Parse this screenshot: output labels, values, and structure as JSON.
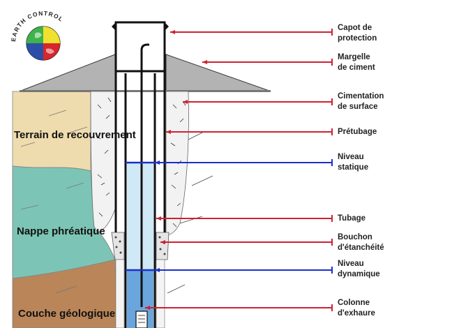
{
  "logo": {
    "text": "EARTH CONTROL",
    "colors": [
      "#3db34a",
      "#f0e130",
      "#2b4fa8",
      "#d7262c"
    ]
  },
  "strata": {
    "recouvrement": "Terrain de recouvrement",
    "nappe": "Nappe phréatique",
    "couche": "Couche géologique"
  },
  "labels": [
    {
      "id": "capot",
      "line1": "Capot de",
      "line2": "protection",
      "level": "red"
    },
    {
      "id": "margelle",
      "line1": "Margelle",
      "line2": "de ciment",
      "level": "red"
    },
    {
      "id": "cimentation",
      "line1": "Cimentation",
      "line2": "de surface",
      "level": "red"
    },
    {
      "id": "pretubage",
      "line1": "Prétubage",
      "line2": "",
      "level": "red"
    },
    {
      "id": "niveau-statique",
      "line1": "Niveau",
      "line2": "statique",
      "level": "blue"
    },
    {
      "id": "tubage",
      "line1": "Tubage",
      "line2": "",
      "level": "red"
    },
    {
      "id": "bouchon",
      "line1": "Bouchon",
      "line2": "d'étanchéité",
      "level": "red"
    },
    {
      "id": "niveau-dynamique",
      "line1": "Niveau",
      "line2": "dynamique",
      "level": "blue"
    },
    {
      "id": "colonne",
      "line1": "Colonne",
      "line2": "d'exhaure",
      "level": "red"
    }
  ],
  "colors": {
    "red_line": "#cc2233",
    "blue_line": "#1a2fcc",
    "soil_overburden": "#efdcae",
    "aquifer": "#7cc5b6",
    "bedrock": "#b98559",
    "water_static": "#cfeaf6",
    "water_dynamic": "#6aa6dd",
    "cement": "#f2f2f2",
    "margelle": "#b3b3b3"
  }
}
